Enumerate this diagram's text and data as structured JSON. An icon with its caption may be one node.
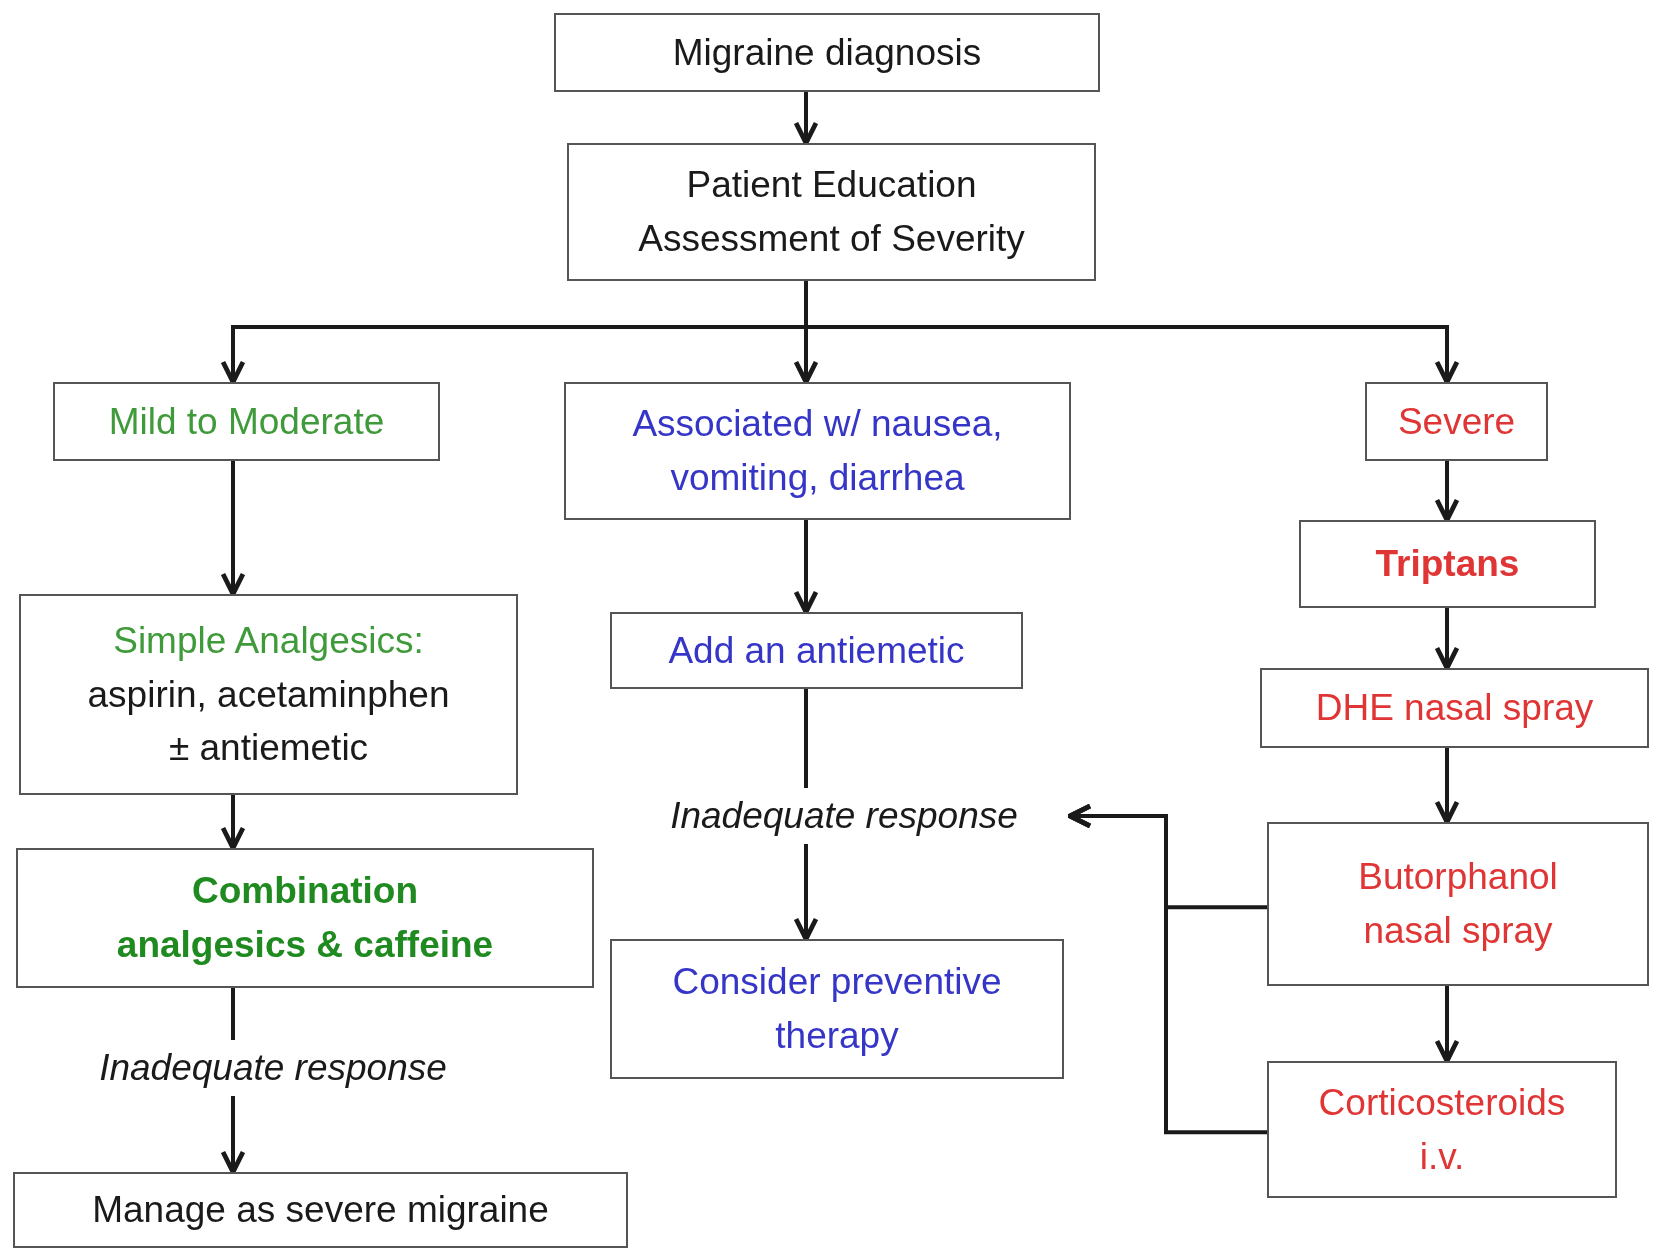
{
  "diagram": {
    "nodes": [
      {
        "text": [
          "Migraine diagnosis"
        ]
      },
      {
        "text": [
          "Patient Education",
          "Assessment of Severity"
        ]
      },
      {
        "text": [
          "Mild to Moderate"
        ]
      },
      {
        "text": [
          "Associated w/ nausea, vomiting, diarrhea"
        ]
      },
      {
        "text": [
          "Severe"
        ]
      },
      {
        "text": [
          "Simple Analgesics:",
          "aspirin, acetaminphen ± antiemetic"
        ]
      },
      {
        "text": [
          "Combination analgesics & caffeine"
        ]
      },
      {
        "text": [
          "Inadequate response"
        ]
      },
      {
        "text": [
          "Manage as severe migraine"
        ]
      },
      {
        "text": [
          "Add an antiemetic"
        ]
      },
      {
        "text": [
          "Inadequate response"
        ]
      },
      {
        "text": [
          "Consider preventive therapy"
        ]
      },
      {
        "text": [
          "Triptans"
        ]
      },
      {
        "text": [
          "DHE nasal spray"
        ]
      },
      {
        "text": [
          "Butorphanol nasal spray"
        ]
      },
      {
        "text": [
          "Corticosteroids i.v."
        ]
      }
    ],
    "edges": [
      {
        "from": 0,
        "to": 1,
        "arrow": "to"
      },
      {
        "from": 1,
        "to": 2,
        "arrow": "to"
      },
      {
        "from": 1,
        "to": 3,
        "arrow": "to"
      },
      {
        "from": 1,
        "to": 4,
        "arrow": "to"
      },
      {
        "from": 2,
        "to": 5,
        "arrow": "to"
      },
      {
        "from": 5,
        "to": 6,
        "arrow": "to"
      },
      {
        "from": 6,
        "to": 7,
        "arrow": "none"
      },
      {
        "from": 7,
        "to": 8,
        "arrow": "to"
      },
      {
        "from": 3,
        "to": 9,
        "arrow": "to"
      },
      {
        "from": 9,
        "to": 10,
        "arrow": "none"
      },
      {
        "from": 10,
        "to": 11,
        "arrow": "to"
      },
      {
        "from": 4,
        "to": 12,
        "arrow": "to"
      },
      {
        "from": 12,
        "to": 13,
        "arrow": "to"
      },
      {
        "from": 13,
        "to": 14,
        "arrow": "to"
      },
      {
        "from": 14,
        "to": 15,
        "arrow": "to"
      },
      {
        "from": 14,
        "to": 10,
        "arrow": "to"
      },
      {
        "from": 15,
        "to": 10,
        "arrow": "to"
      }
    ]
  }
}
